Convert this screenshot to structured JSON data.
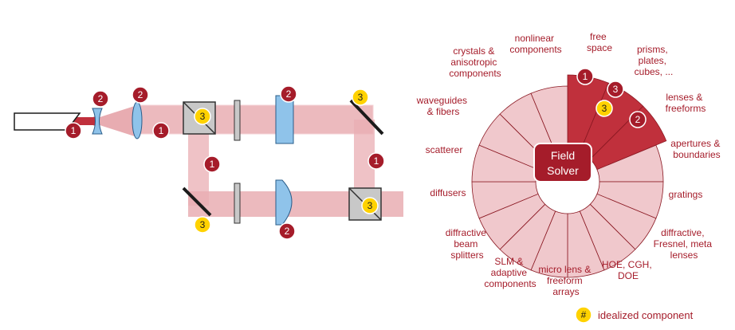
{
  "colors": {
    "dark_red": "#a51c2a",
    "beam": "#e9aeb3",
    "wedge_light": "#f0c8cc",
    "wedge_dark": "#c0303c",
    "lens_blue": "#8fc3ea",
    "badge_yellow": "#ffd200",
    "gray": "#c8c8c8"
  },
  "setup": {
    "markers": [
      {
        "id": "m1a",
        "n": "1",
        "kind": "red"
      },
      {
        "id": "m2a",
        "n": "2",
        "kind": "red"
      },
      {
        "id": "m2b",
        "n": "2",
        "kind": "red"
      },
      {
        "id": "m1b",
        "n": "1",
        "kind": "red"
      },
      {
        "id": "m3a",
        "n": "3",
        "kind": "yellow"
      },
      {
        "id": "m2c",
        "n": "2",
        "kind": "red"
      },
      {
        "id": "m3b",
        "n": "3",
        "kind": "yellow"
      },
      {
        "id": "m1c",
        "n": "1",
        "kind": "red"
      },
      {
        "id": "m1d",
        "n": "1",
        "kind": "red"
      },
      {
        "id": "m3c",
        "n": "3",
        "kind": "yellow"
      },
      {
        "id": "m2d",
        "n": "2",
        "kind": "red"
      },
      {
        "id": "m3d",
        "n": "3",
        "kind": "yellow"
      }
    ]
  },
  "solver": {
    "center_lines": [
      "Field",
      "Solver"
    ],
    "highlighted_badges": [
      "1",
      "3",
      "3",
      "2"
    ],
    "labels": {
      "free_space": [
        "free",
        "space"
      ],
      "prisms": [
        "prisms,",
        "plates,",
        "cubes, ..."
      ],
      "lenses": [
        "lenses &",
        "freeforms"
      ],
      "apertures": [
        "apertures &",
        "boundaries"
      ],
      "gratings": [
        "gratings"
      ],
      "diffractive": [
        "diffractive,",
        "Fresnel, meta",
        "lenses"
      ],
      "hoe": [
        "HOE, CGH,",
        "DOE"
      ],
      "micro": [
        "micro lens &",
        "freeform",
        "arrays"
      ],
      "slm": [
        "SLM &",
        "adaptive",
        "components"
      ],
      "beam_splitters": [
        "diffractive",
        "beam",
        "splitters"
      ],
      "diffusers": [
        "diffusers"
      ],
      "scatterer": [
        "scatterer"
      ],
      "waveguides": [
        "waveguides",
        "& fibers"
      ],
      "crystals": [
        "crystals &",
        "anisotropic",
        "components"
      ],
      "nonlinear": [
        "nonlinear",
        "components"
      ]
    }
  },
  "legend": {
    "symbol": "#",
    "text": "idealized component"
  }
}
